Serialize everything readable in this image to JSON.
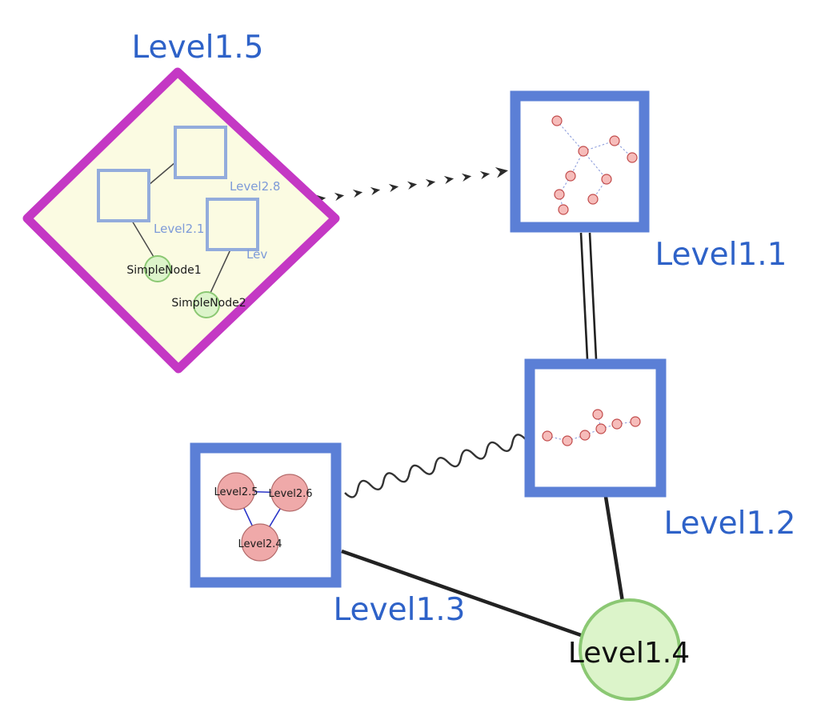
{
  "nodes": {
    "level1_5": {
      "label": "Level1.5",
      "type": "group-diamond"
    },
    "level1_1": {
      "label": "Level1.1",
      "type": "group-square"
    },
    "level1_2": {
      "label": "Level1.2",
      "type": "group-square"
    },
    "level1_3": {
      "label": "Level1.3",
      "type": "group-square"
    },
    "level1_4": {
      "label": "Level1.4",
      "type": "circle"
    },
    "level2_8": {
      "label": "Level2.8",
      "type": "square"
    },
    "level2_1": {
      "label": "Level2.1",
      "type": "square"
    },
    "lev": {
      "label": "Lev",
      "type": "square"
    },
    "simplenode1": {
      "label": "SimpleNode1",
      "type": "circle"
    },
    "simplenode2": {
      "label": "SimpleNode2",
      "type": "circle"
    },
    "level2_5": {
      "label": "Level2.5",
      "type": "circle"
    },
    "level2_6": {
      "label": "Level2.6",
      "type": "circle"
    },
    "level2_4": {
      "label": "Level2.4",
      "type": "circle"
    }
  },
  "edges": [
    {
      "from": "Level1.5",
      "to": "Level1.1",
      "style": "dashed-chevron-arrow"
    },
    {
      "from": "Level1.1",
      "to": "Level1.2",
      "style": "double-line"
    },
    {
      "from": "Level1.2",
      "to": "Level1.3",
      "style": "wavy"
    },
    {
      "from": "Level1.3",
      "to": "Level1.4",
      "style": "solid-thick"
    },
    {
      "from": "Level1.2",
      "to": "Level1.4",
      "style": "solid-thick"
    },
    {
      "from": "Level2.1",
      "to": "Level2.8",
      "style": "solid-thin"
    },
    {
      "from": "Level2.1",
      "to": "SimpleNode1",
      "style": "solid-thin"
    },
    {
      "from": "Lev",
      "to": "SimpleNode2",
      "style": "solid-thin"
    },
    {
      "from": "Level2.5",
      "to": "Level2.6",
      "style": "solid-blue"
    },
    {
      "from": "Level2.5",
      "to": "Level2.4",
      "style": "solid-blue"
    },
    {
      "from": "Level2.6",
      "to": "Level2.4",
      "style": "solid-blue"
    }
  ],
  "colors": {
    "label_blue": "#2e62c8",
    "diamond_border": "#c438c4",
    "diamond_fill": "#fbfbe2",
    "group_border_blue": "#5b7fd6",
    "inner_square_border": "#93acdc",
    "green_node_fill": "#dcf4ca",
    "green_node_border": "#8bc873",
    "pink_node_fill": "#efa9a9",
    "pink_node_border": "#b36a6a",
    "edge_black": "#222222",
    "mini_edge_blue": "#8f9fdd",
    "triangle_edge_blue": "#2a35c8"
  }
}
